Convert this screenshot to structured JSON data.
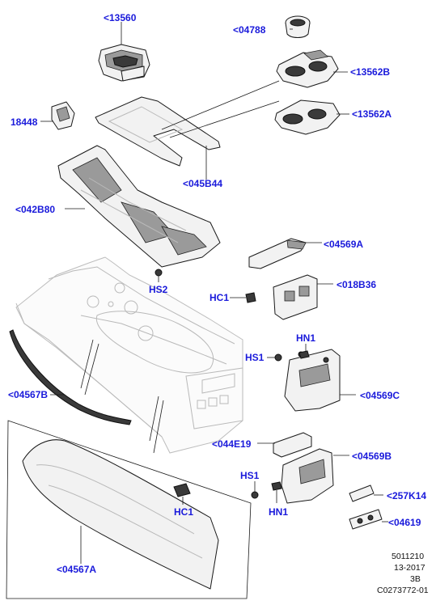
{
  "callouts": {
    "c13560": "<13560",
    "c04788": "<04788",
    "c13562B": "<13562B",
    "c18448": "18448",
    "c13562A": "<13562A",
    "c045B44": "<045B44",
    "c042B80": "<042B80",
    "c04569A": "<04569A",
    "hs2": "HS2",
    "hc1_top": "HC1",
    "c018B36": "<018B36",
    "hn1_top": "HN1",
    "hs1_top": "HS1",
    "c04567B": "<04567B",
    "c04569C": "<04569C",
    "c044E19": "<044E19",
    "c04569B": "<04569B",
    "hs1_bottom": "HS1",
    "c257K14": "<257K14",
    "hc1_bottom": "HC1",
    "hn1_bottom": "HN1",
    "c04619": "<04619",
    "c04567A": "<04567A"
  },
  "footer": {
    "line1": "5011210",
    "line2": "13-2017",
    "line3": "3B",
    "line4": "C0273772-01"
  },
  "colors": {
    "callout": "#1a1adb",
    "linework": "#1a1a1a"
  }
}
